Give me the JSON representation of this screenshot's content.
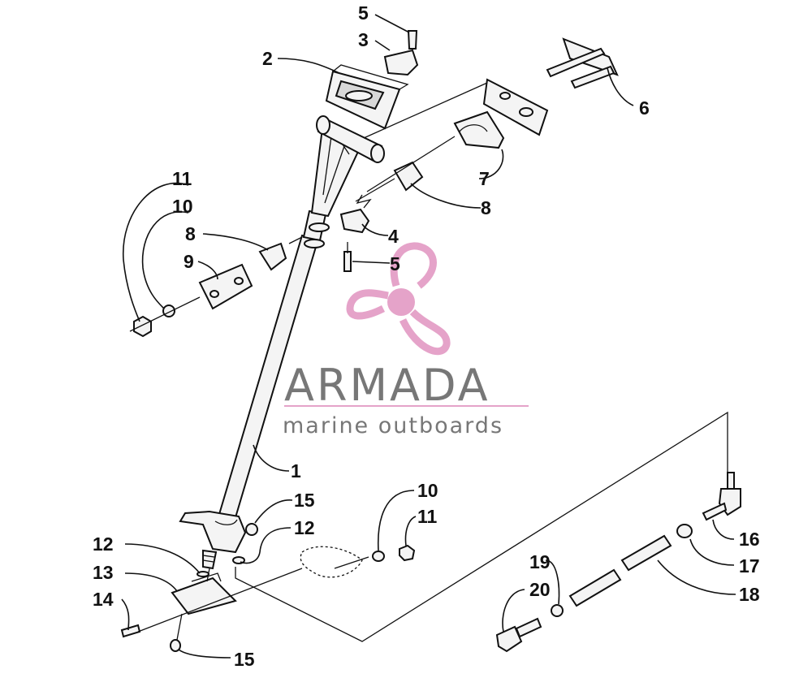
{
  "callouts": {
    "c1": "1",
    "c2": "2",
    "c3": "3",
    "c4": "4",
    "c5a": "5",
    "c5b": "5",
    "c6": "6",
    "c7": "7",
    "c8a": "8",
    "c8b": "8",
    "c9": "9",
    "c10a": "10",
    "c10b": "10",
    "c11a": "11",
    "c11b": "11",
    "c12a": "12",
    "c12b": "12",
    "c13": "13",
    "c14": "14",
    "c15a": "15",
    "c15b": "15",
    "c16": "16",
    "c17": "17",
    "c18": "18",
    "c19": "19",
    "c20": "20"
  },
  "watermark": {
    "brand": "ARMADA",
    "tagline": "marine outboards",
    "logo_icon": "propeller-icon",
    "logo_color": "#e5a3c9"
  }
}
